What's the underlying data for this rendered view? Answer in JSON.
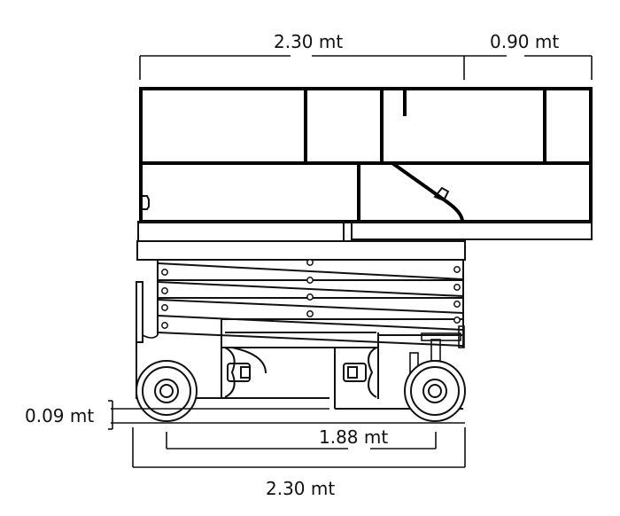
{
  "dimensions": {
    "platform_length": "2.30 mt",
    "extension_length": "0.90 mt",
    "ground_clearance": "0.09 mt",
    "wheelbase": "1.88 mt",
    "overall_length": "2.30 mt"
  },
  "colors": {
    "line": "#000000",
    "background": "#ffffff"
  }
}
